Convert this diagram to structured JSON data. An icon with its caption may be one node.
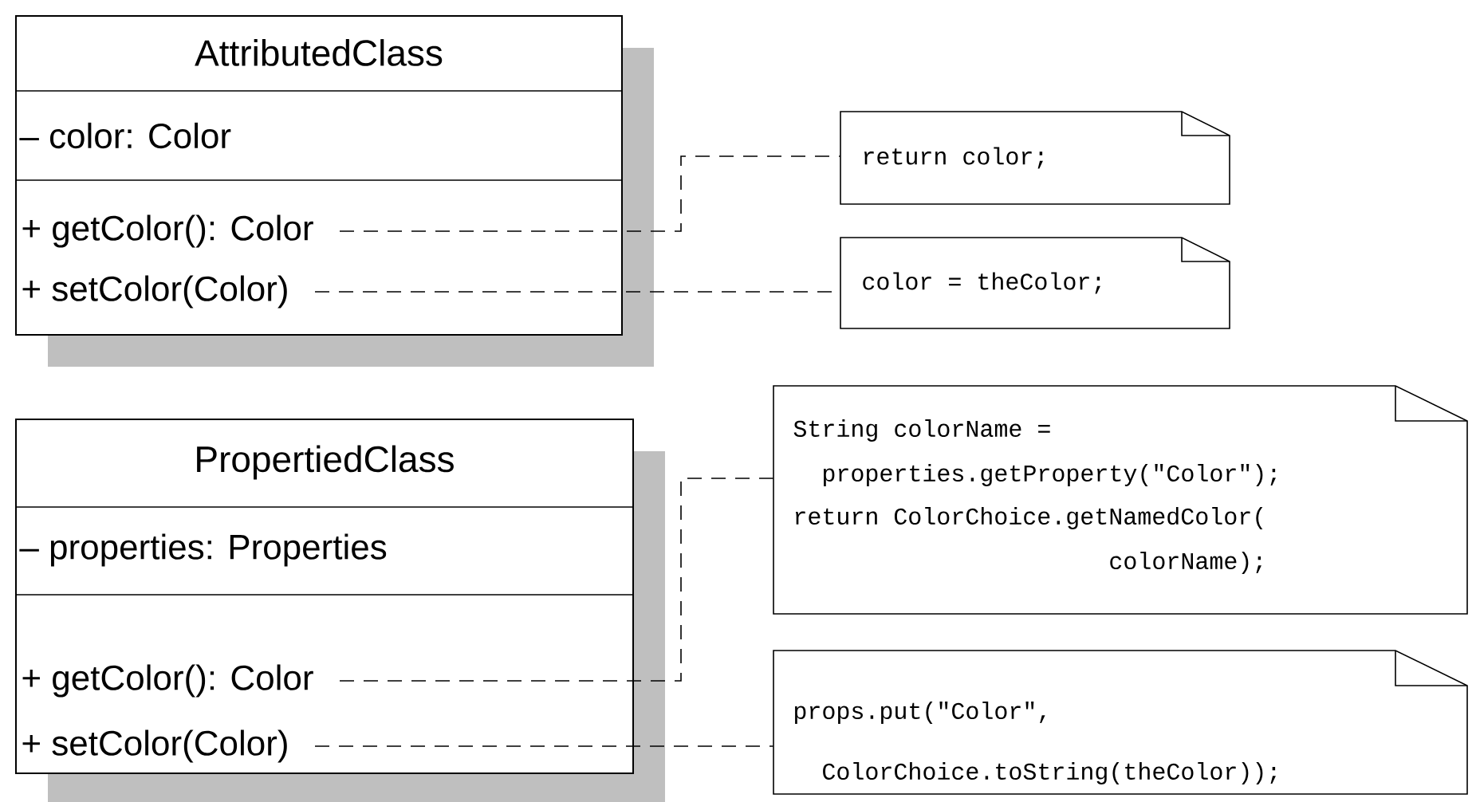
{
  "diagram": {
    "nodes": [
      {
        "text": [
          "AttributedClass",
          "– color: Color"
        ]
      },
      {
        "text": [
          "+ getColor(): Color"
        ],
        "in": 0
      },
      {
        "text": [
          "+ setColor(Color)"
        ],
        "in": 0
      },
      {
        "text": [
          "return color;"
        ]
      },
      {
        "text": [
          "color = theColor;"
        ]
      },
      {
        "text": [
          "PropertiedClass",
          "– properties: Properties"
        ]
      },
      {
        "text": [
          "+ getColor(): Color"
        ],
        "in": 5
      },
      {
        "text": [
          "+ setColor(Color)"
        ],
        "in": 5
      },
      {
        "text": [
          "String colorName = properties.getProperty(\"Color\");",
          "return ColorChoice.getNamedColor( colorName);"
        ]
      },
      {
        "text": [
          "props.put(\"Color\", ColorChoice.toString(theColor));"
        ]
      }
    ],
    "edges": [
      {
        "from": 1,
        "to": 3,
        "arrow": "none",
        "style": "dashed"
      },
      {
        "from": 2,
        "to": 4,
        "arrow": "none",
        "style": "dashed"
      },
      {
        "from": 6,
        "to": 8,
        "arrow": "none",
        "style": "dashed"
      },
      {
        "from": 7,
        "to": 9,
        "arrow": "none",
        "style": "dashed"
      }
    ]
  }
}
